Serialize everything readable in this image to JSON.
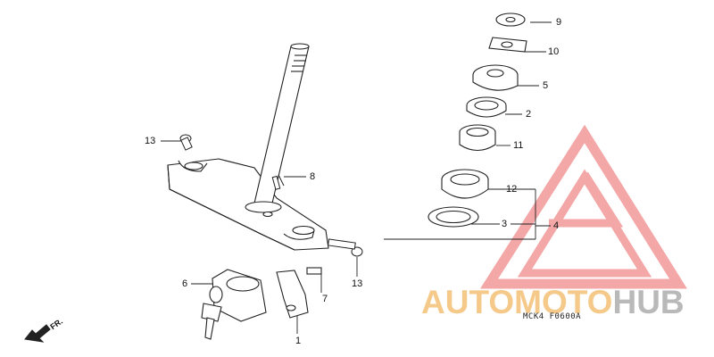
{
  "diagram": {
    "callouts": {
      "p9": "9",
      "p10": "10",
      "p5": "5",
      "p2": "2",
      "p11": "11",
      "p12": "12",
      "p3": "3",
      "p4": "4",
      "p13a": "13",
      "p8": "8",
      "p13b": "13",
      "p6": "6",
      "p7": "7",
      "p1": "1"
    },
    "diagram_code": "MCK4  F0600A",
    "front_indicator": "FR."
  },
  "watermark": {
    "part1": "AUTOMOTO",
    "part2": "HUB",
    "accent_color": "#f5c98a",
    "gray_color": "#b9b9b9",
    "logo_color": "#f08a8a"
  }
}
